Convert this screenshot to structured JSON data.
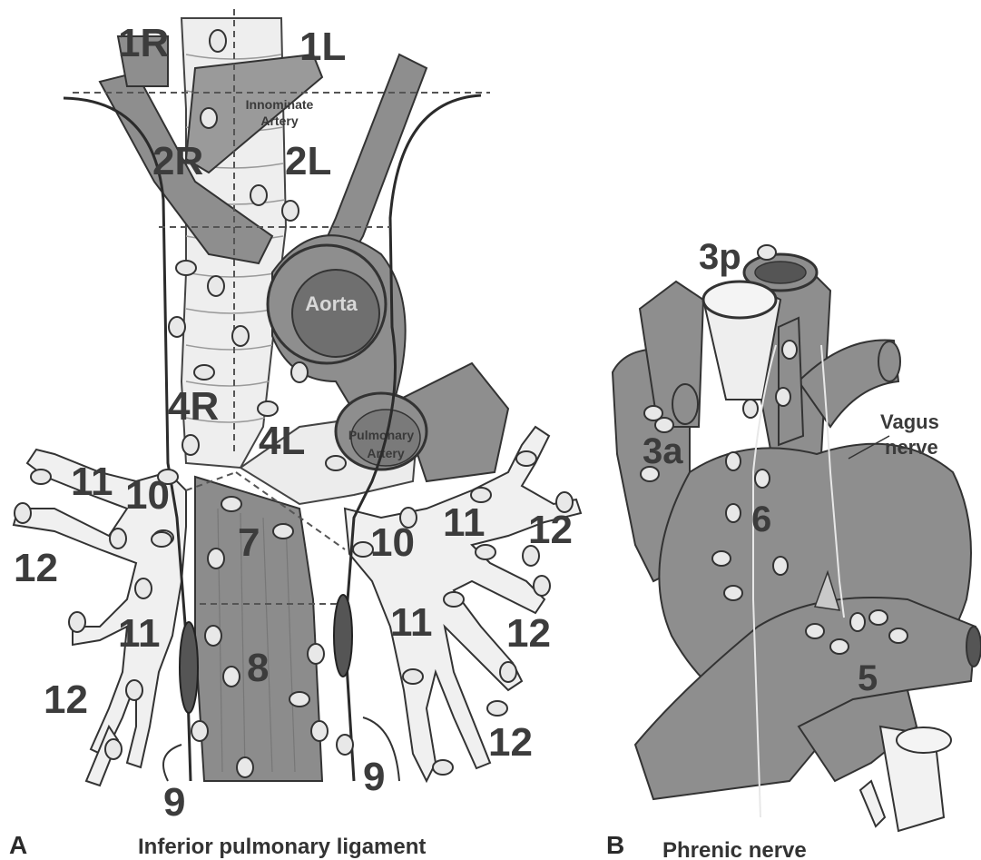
{
  "panel_a": {
    "letter": "A",
    "caption": "Inferior pulmonary ligament",
    "labels": {
      "innominate_artery_line1": "Innominate",
      "innominate_artery_line2": "Artery",
      "aorta": "Aorta",
      "pulmonary_artery_line1": "Pulmonary",
      "pulmonary_artery_line2": "Artery"
    },
    "stations": {
      "s1R": "1R",
      "s1L": "1L",
      "s2R": "2R",
      "s2L": "2L",
      "s4R": "4R",
      "s4L": "4L",
      "s7": "7",
      "s8": "8",
      "s9_left": "9",
      "s9_right": "9",
      "s10_left": "10",
      "s10_right": "10",
      "s11_left_upper": "11",
      "s11_left_lower": "11",
      "s11_right_upper": "11",
      "s11_right_lower": "11",
      "s12_left_upper": "12",
      "s12_left_lower": "12",
      "s12_right_upper": "12",
      "s12_right_mid": "12",
      "s12_right_lower": "12"
    }
  },
  "panel_b": {
    "letter": "B",
    "caption": "Phrenic nerve",
    "labels": {
      "vagus_line1": "Vagus",
      "vagus_line2": "nerve"
    },
    "stations": {
      "s3p": "3p",
      "s3a": "3a",
      "s5": "5",
      "s6": "6"
    }
  },
  "colors": {
    "structure": "#8e8e8e",
    "dark_structure": "#6f6f6f",
    "light": "#e6e6e6",
    "text": "#3c3c3c"
  }
}
